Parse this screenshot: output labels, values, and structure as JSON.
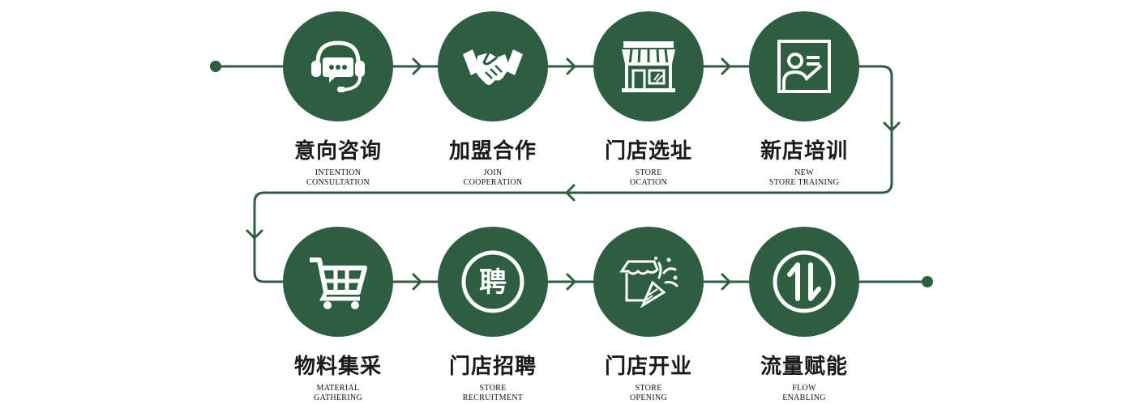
{
  "colors": {
    "primary": "#2c5e3f",
    "text": "#1a1a1a",
    "background": "#ffffff"
  },
  "steps": [
    {
      "zh": "意向咨询",
      "en1": "INTENTION",
      "en2": "CONSULTATION",
      "icon": "headset-chat-icon"
    },
    {
      "zh": "加盟合作",
      "en1": "JOIN",
      "en2": "COOPERATION",
      "icon": "handshake-icon"
    },
    {
      "zh": "门店选址",
      "en1": "STORE",
      "en2": "OCATION",
      "icon": "storefront-icon"
    },
    {
      "zh": "新店培训",
      "en1": "NEW",
      "en2": "STORE TRAINING",
      "icon": "training-board-icon"
    },
    {
      "zh": "物料集采",
      "en1": "MATERIAL",
      "en2": "GATHERING",
      "icon": "shopping-cart-icon"
    },
    {
      "zh": "门店招聘",
      "en1": "STORE",
      "en2": "RECRUITMENT",
      "icon": "recruit-seal-icon",
      "glyph": "聘"
    },
    {
      "zh": "门店开业",
      "en1": "STORE",
      "en2": "OPENING",
      "icon": "party-popper-icon"
    },
    {
      "zh": "流量赋能",
      "en1": "FLOW",
      "en2": "ENABLING",
      "icon": "traffic-arrows-icon"
    }
  ]
}
